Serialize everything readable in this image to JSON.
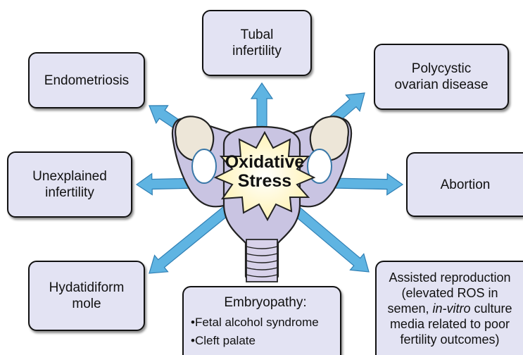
{
  "center": {
    "line1": "Oxidative",
    "line2": "Stress"
  },
  "boxes": {
    "tubal": {
      "line1": "Tubal",
      "line2": "infertility"
    },
    "endometriosis": {
      "line1": "Endometriosis"
    },
    "polycystic": {
      "line1": "Polycystic",
      "line2": "ovarian disease"
    },
    "unexplained": {
      "line1": "Unexplained",
      "line2": "infertility"
    },
    "abortion": {
      "line1": "Abortion"
    },
    "hydatidiform": {
      "line1": "Hydatidiform",
      "line2": "mole"
    },
    "embryopathy": {
      "heading": "Embryopathy:",
      "items": [
        "Fetal alcohol syndrome",
        "Cleft palate"
      ]
    },
    "assisted": {
      "line1": "Assisted reproduction",
      "line2": "(elevated ROS in",
      "line3_pre": "semen, ",
      "line3_em": "in-vitro",
      "line3_post": " culture",
      "line4": "media related to poor",
      "line5": "fertility outcomes)"
    }
  },
  "colors": {
    "arrow": "#5fb4e2",
    "arrow_edge": "#2f7fb4",
    "box_fill": "#e3e3f3",
    "uterus": "#c9c4e2",
    "star_fill": "#fff6c4"
  }
}
